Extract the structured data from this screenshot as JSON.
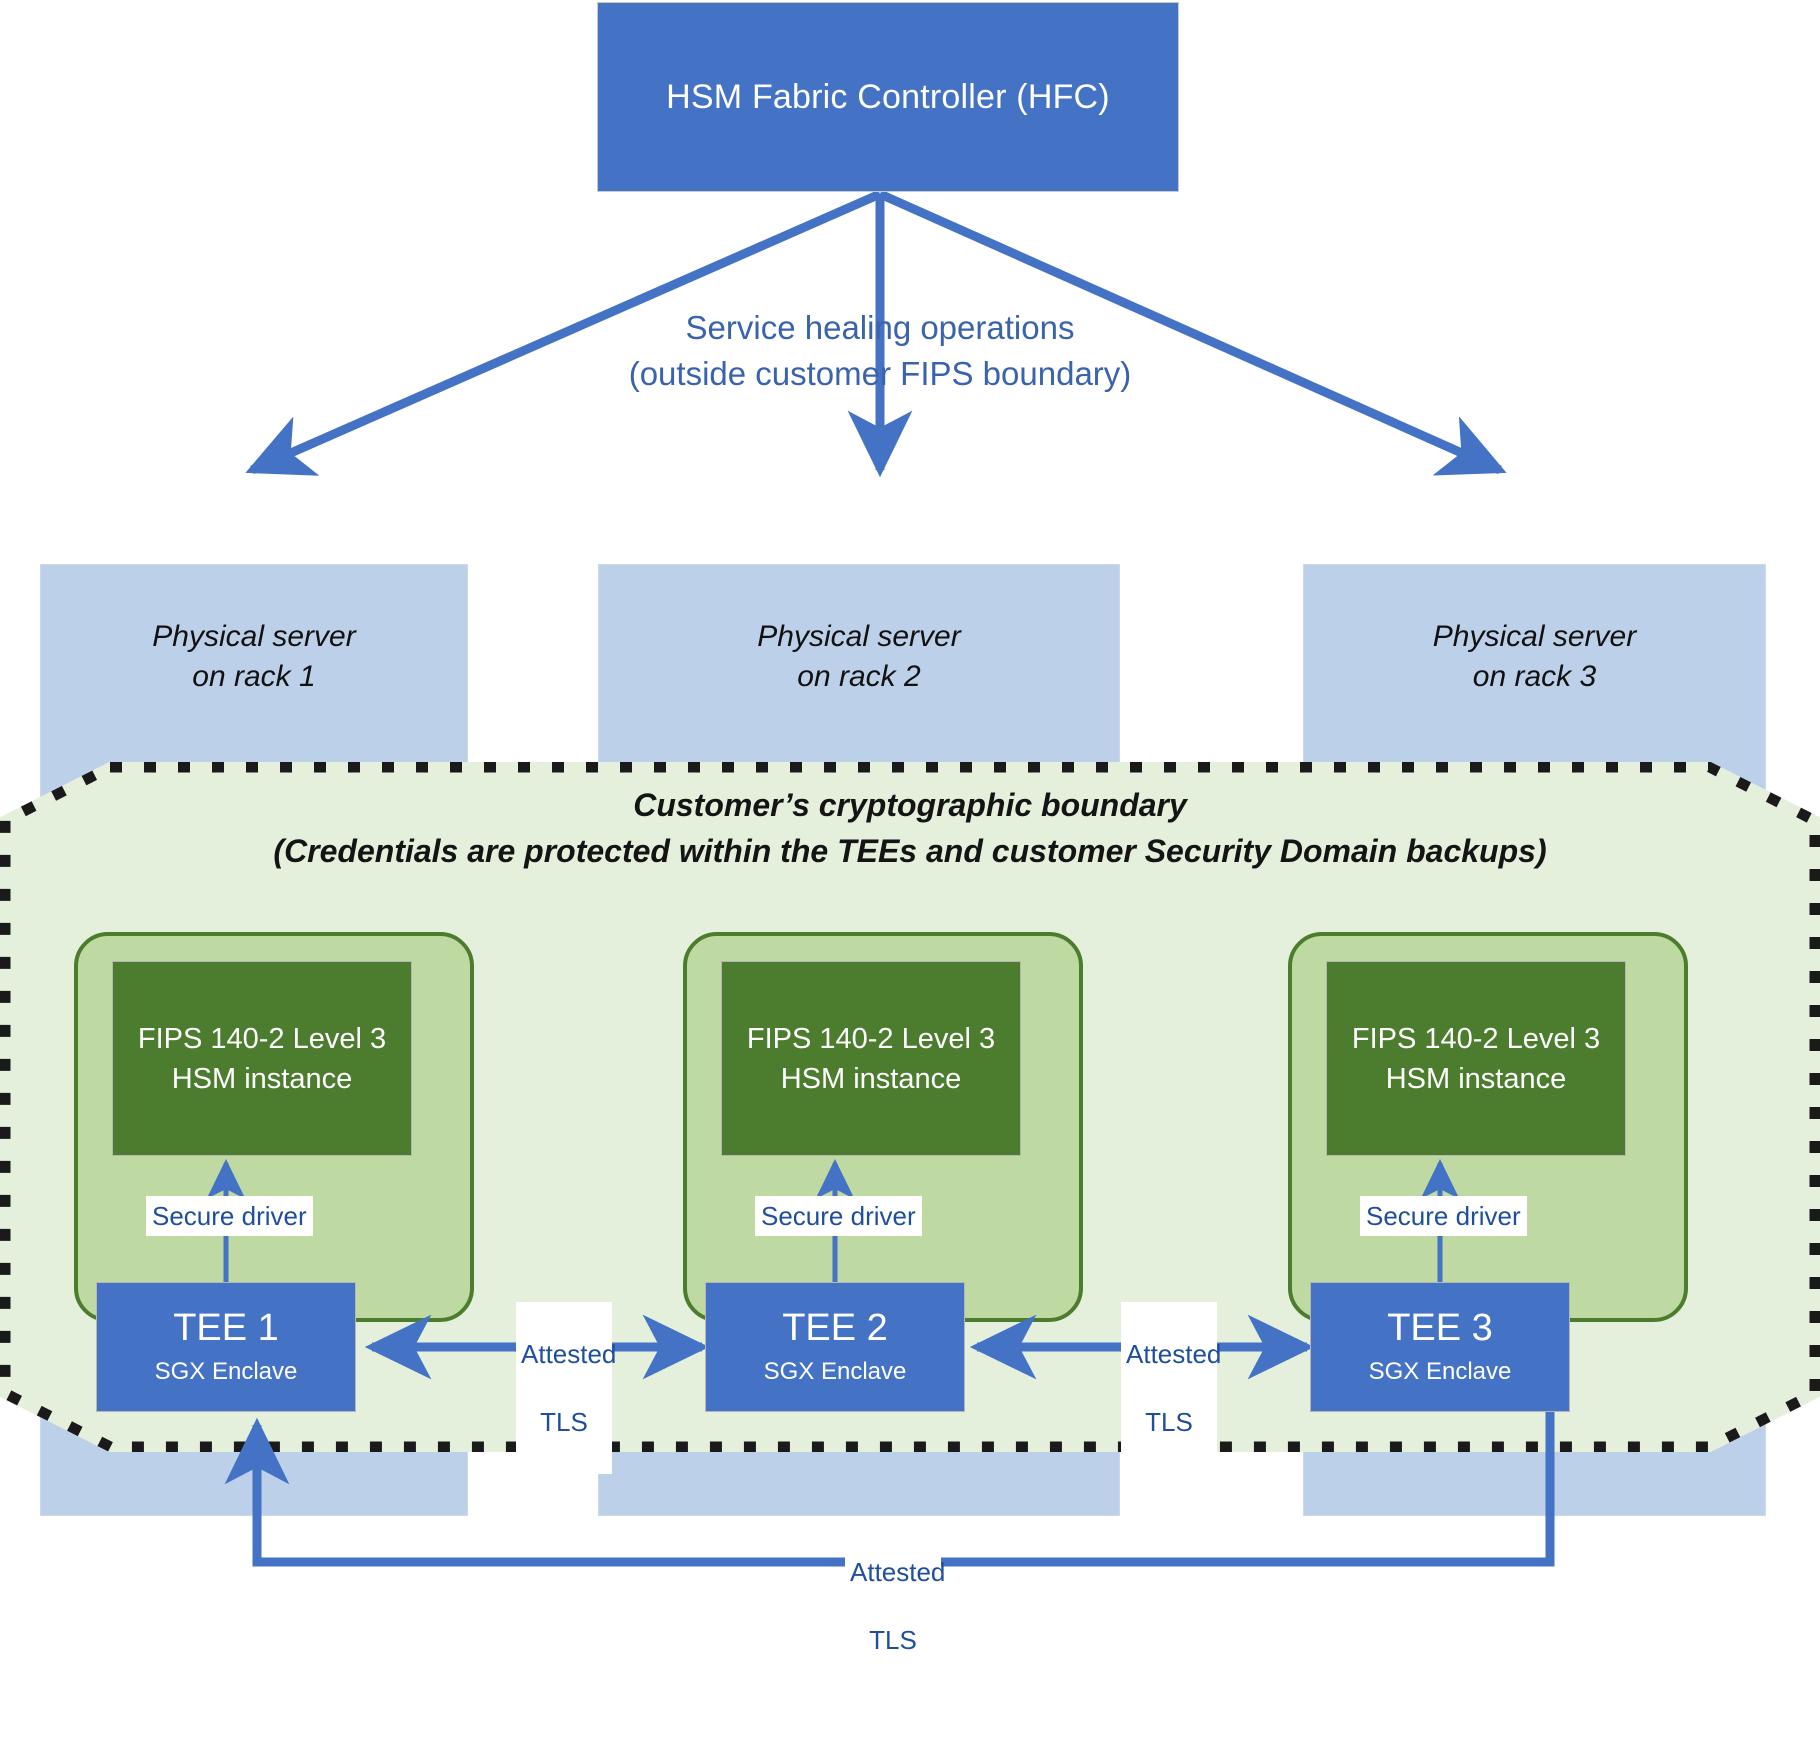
{
  "diagram": {
    "title": "Azure Managed HSM fabric architecture",
    "colors": {
      "hfc_blue": "#4472c4",
      "server_blue": "#bdd0e9",
      "boundary_green_fill": "#e5f0dc",
      "group_green_fill": "#bedaa2",
      "group_green_stroke": "#4c7c2e",
      "hsm_green": "#4c7c2e",
      "arrow_blue": "#4472c4",
      "label_blue": "#3a63ab",
      "dash_black": "#1a1a1a"
    }
  },
  "controller": {
    "label": "HSM Fabric Controller (HFC)"
  },
  "healing": {
    "line1": "Service healing operations",
    "line2": "(outside customer FIPS boundary)"
  },
  "servers": [
    {
      "line1": "Physical server",
      "line2": "on rack 1"
    },
    {
      "line1": "Physical server",
      "line2": "on rack 2"
    },
    {
      "line1": "Physical server",
      "line2": "on rack 3"
    }
  ],
  "boundary": {
    "line1": "Customer’s cryptographic boundary",
    "line2": "(Credentials are protected within the TEEs and customer Security Domain backups)"
  },
  "nodes": [
    {
      "hsm_line1": "FIPS 140-2 Level 3",
      "hsm_line2": "HSM instance",
      "driver_label": "Secure driver",
      "tee_title": "TEE 1",
      "tee_sub": "SGX Enclave"
    },
    {
      "hsm_line1": "FIPS 140-2 Level 3",
      "hsm_line2": "HSM instance",
      "driver_label": "Secure driver",
      "tee_title": "TEE 2",
      "tee_sub": "SGX Enclave"
    },
    {
      "hsm_line1": "FIPS 140-2 Level 3",
      "hsm_line2": "HSM instance",
      "driver_label": "Secure driver",
      "tee_title": "TEE 3",
      "tee_sub": "SGX Enclave"
    }
  ],
  "links": {
    "tls_12_line1": "Attested",
    "tls_12_line2": "TLS",
    "tls_23_line1": "Attested",
    "tls_23_line2": "TLS",
    "tls_31_line1": "Attested",
    "tls_31_line2": "TLS"
  }
}
